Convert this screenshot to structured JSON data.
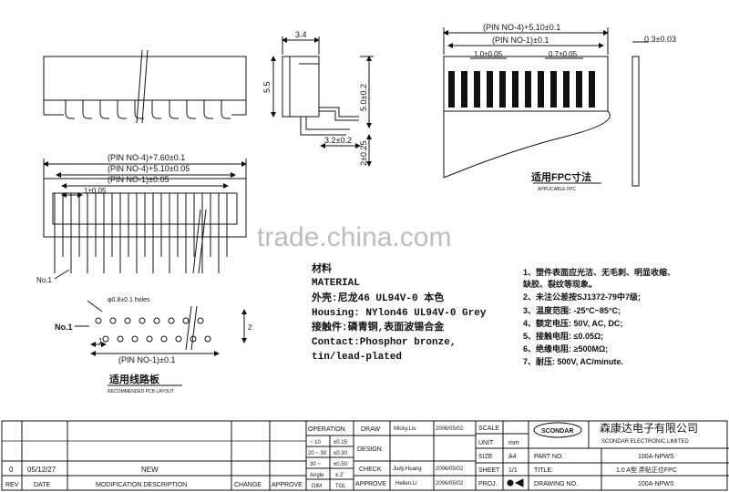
{
  "watermark": "trade.china.com",
  "left_view": {
    "dims": [
      "(PIN NO-4)+7.60±0.1",
      "(PIN NO-4)+5.10±0.05",
      "(PIN NO-1)±0.05",
      "1±0.05"
    ],
    "pin1_label": "No.1"
  },
  "side_view": {
    "dims": [
      "3.4",
      "5.5",
      "5.0±0.2",
      "3.2±0.2",
      "2±0.25"
    ]
  },
  "fpc": {
    "dims": [
      "(PIN NO-4)+5.10±0.1",
      "(PIN NO-1)±0.1",
      "1.0±0.05",
      "0.7±0.05",
      "0.3±0.03"
    ],
    "title_cn": "适用FPC寸法",
    "title_en": "APPLICABLE FPC"
  },
  "pcb": {
    "holes": "φ0.8±0.1 holes",
    "pin1": "No.1",
    "dims": [
      "1",
      "2",
      "(PIN NO-1)±0.1"
    ],
    "title_cn": "适用线路板",
    "title_en": "RECOMMENDED PCB LAYOUT"
  },
  "material": {
    "lines": [
      "材料",
      "MATERIAL",
      "外壳:尼龙46 UL94V-0 本色",
      "Housing: NYlon46 UL94V-0 Grey",
      "接触件:磷青铜,表面波锡合金",
      "Contact:Phosphor  bronze,",
      "tin/lead-plated"
    ]
  },
  "notes": [
    "1、塑件表面应光洁、无毛刺、明显收缩、",
    "   缺胶、裂纹等现象。",
    "2、未注公差按SJ1372-79中7级;",
    "3、温度范围: -25°C~85°C;",
    "4、额定电压: 50V, AC, DC;",
    "5、接触电阻: ≤0.05Ω;",
    "6、绝缘电阻: ≥500MΩ;",
    "7、耐压: 500V, AC/minute."
  ],
  "title_block": {
    "rev_row": {
      "rev": "0",
      "date": "05/12/27",
      "desc": "NEW"
    },
    "headers": {
      "rev": "REV",
      "date": "DATE",
      "desc": "MODIFICATION  DESCRIPTION",
      "change": "CHANGE",
      "approve": "APPROVE"
    },
    "operation": "OPERATION",
    "tol_rows": [
      {
        "range": "~ 10",
        "tol": "±0.15"
      },
      {
        "range": "20 ~ 30",
        "tol": "±0.30"
      },
      {
        "range": "30 ~",
        "tol": "±0.50"
      },
      {
        "range": "Angle",
        "tol": "± 2˚"
      }
    ],
    "dim": "DIM",
    "tol": "TOL",
    "draw": "DRAW",
    "draw_name": "Micky.Liu",
    "draw_date": "2006/05/02",
    "design": "DESIGN",
    "check": "CHECK",
    "check_name": "Judy.Huang",
    "check_date": "2006/05/02",
    "approve": "APPROVE",
    "approve_name": "Hellen.Li",
    "approve_date": "2006/05/02",
    "scale": "SCALE",
    "unit": "UNIT",
    "unit_val": "mm",
    "size": "SIZE",
    "size_val": "A4",
    "sheet": "SHEET",
    "sheet_val": "1/1",
    "proj": "PROJ.",
    "logo": "SCONDAR",
    "company_cn": "森康达电子有限公司",
    "company_en": "SCONDAR ELECTRONIC LIMITED",
    "part_no_label": "PART NO.",
    "part_no": "100A-NPWS",
    "title_label": "TITLE:",
    "title": "1.0  A型  弄贴正位FPC",
    "drawing_no_label": "DRAWING NO.",
    "drawing_no": "100A-NPWS"
  }
}
